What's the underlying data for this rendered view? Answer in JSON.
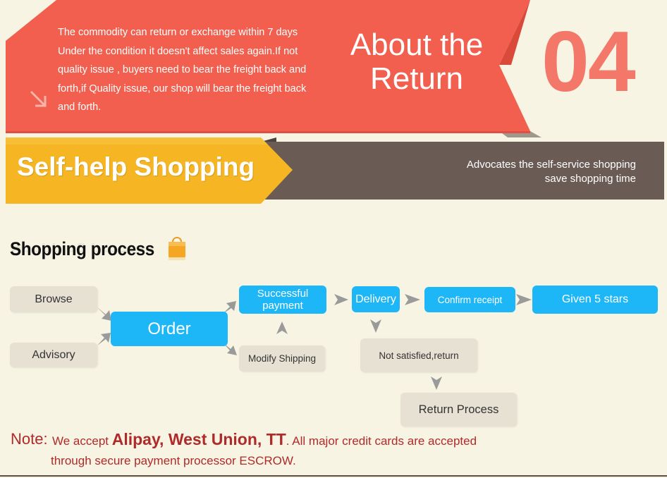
{
  "return_section": {
    "text": "The  commodity can return or exchange within 7 days Under the condition it  doesn't affect sales again.If not quality issue , buyers need to bear the freight back and forth,if Quality issue, our shop will bear the freight back and forth.",
    "title": "About the Return",
    "number": "04",
    "icon": "arrow-down-right-icon"
  },
  "self_help": {
    "title": "Self-help Shopping",
    "subtitle_line1": "Advocates the self-service shopping",
    "subtitle_line2": "save shopping time"
  },
  "process": {
    "heading": "Shopping process",
    "icon": "shopping-bag-icon",
    "browse": "Browse",
    "advisory": "Advisory",
    "order": "Order",
    "successful_payment": "Successful payment",
    "modify_shipping": "Modify Shipping",
    "delivery": "Delivery",
    "confirm_receipt": "Confirm receipt",
    "given_5_stars": "Given 5 stars",
    "not_satisfied": "Not satisfied,return",
    "return_process": "Return Process"
  },
  "note": {
    "label": "Note:",
    "prefix": "We accept ",
    "methods": "Alipay, West Union, TT",
    "suffix": ". All major credit cards are accepted",
    "line2": "through secure payment processor ESCROW."
  },
  "colors": {
    "red_banner": "#f35f4e",
    "orange_band": "#f6b523",
    "brown_band": "#6a5b55",
    "flow_blue": "#1db7f8",
    "flow_beige": "#e6e1d3",
    "note_red": "#b02a2a",
    "background": "#f7f4e3"
  }
}
